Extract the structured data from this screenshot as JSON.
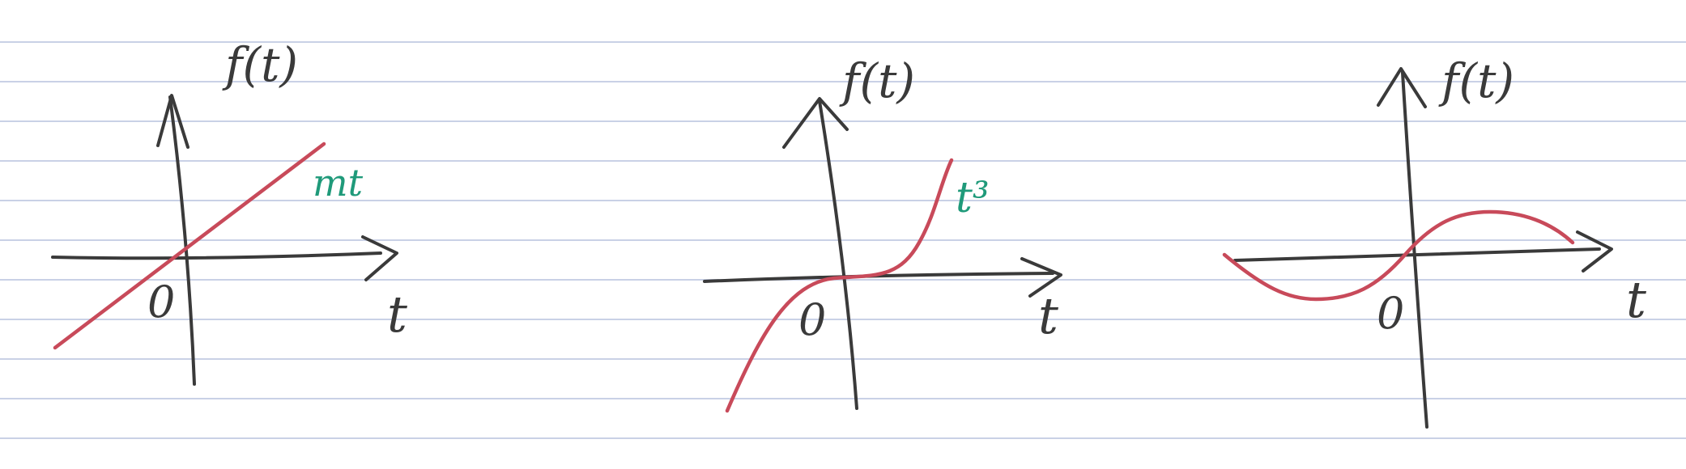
{
  "paper": {
    "line_color": "#c9d1e6",
    "background": "#ffffff"
  },
  "colors": {
    "ink": "#3a3a3a",
    "curve": "#c84a5a",
    "label": "#1f9a7a"
  },
  "graphs": [
    {
      "y_axis_label": "f(t)",
      "x_axis_label": "t",
      "origin_label": "0",
      "curve_label": "mt",
      "function": "linear"
    },
    {
      "y_axis_label": "f(t)",
      "x_axis_label": "t",
      "origin_label": "0",
      "curve_label": "t³",
      "function": "cubic"
    },
    {
      "y_axis_label": "f(t)",
      "x_axis_label": "t",
      "origin_label": "0",
      "curve_label": "",
      "function": "sine"
    }
  ]
}
